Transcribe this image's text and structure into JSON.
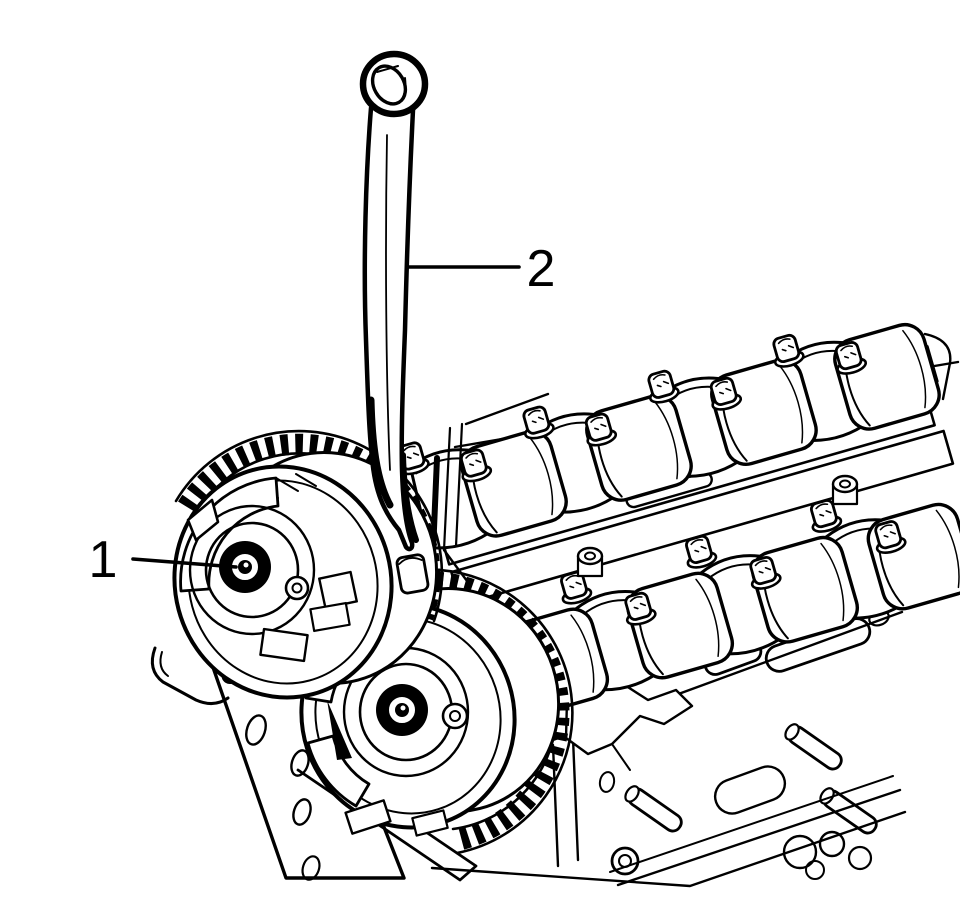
{
  "illustration": {
    "background_color": "#ffffff",
    "line_color": "#000000",
    "subject_parts": {
      "part1": "camshaft-actuator-sprocket",
      "part2": "camshaft-holding-wrench"
    },
    "callouts": {
      "item1": {
        "label": "1",
        "points_to": "camshaft-actuator-center-bolt"
      },
      "item2": {
        "label": "2",
        "points_to": "camshaft-holding-wrench"
      }
    }
  }
}
